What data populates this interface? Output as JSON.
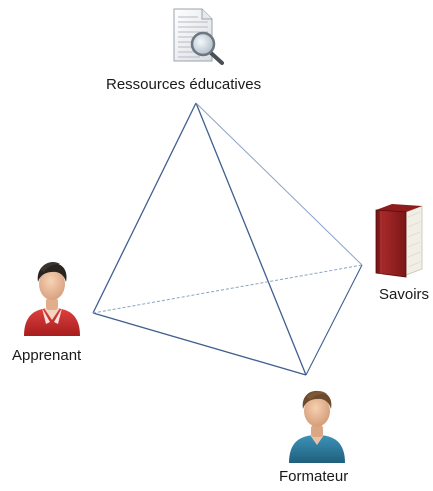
{
  "diagram": {
    "nodes": {
      "resources": {
        "label": "Ressources éducatives",
        "icon": "document-search-icon"
      },
      "knowledge": {
        "label": "Savoirs",
        "icon": "book-icon"
      },
      "learner": {
        "label": "Apprenant",
        "icon": "learner-person-icon"
      },
      "trainer": {
        "label": "Formateur",
        "icon": "trainer-person-icon"
      }
    },
    "colors": {
      "edge": "#3f5f8f",
      "edge_light": "#8aa2c4",
      "book": "#8f1f1f",
      "learner_shirt": "#c62c2c",
      "trainer_shirt": "#2f7c9e"
    }
  }
}
